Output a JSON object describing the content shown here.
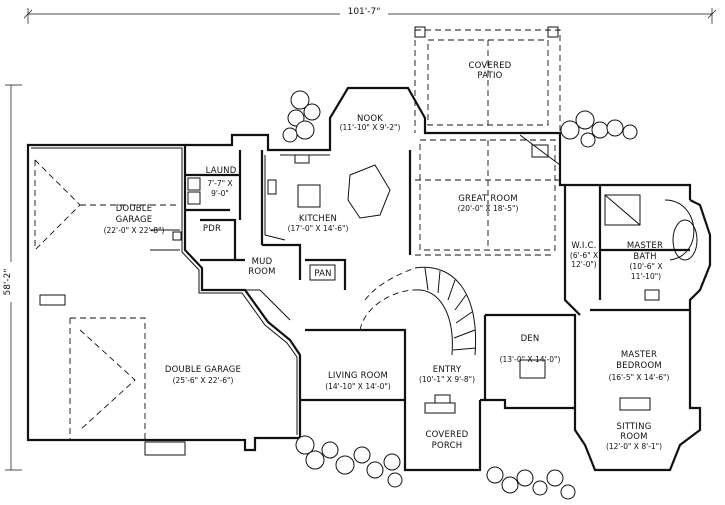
{
  "overall": {
    "width": "101'-7\"",
    "depth": "58'-2\""
  },
  "rooms": {
    "covered_patio": {
      "name": "COVERED\nPATIO",
      "size": ""
    },
    "nook": {
      "name": "NOOK",
      "size": "(11'-10\" X 9'-2\")"
    },
    "laundry": {
      "name": "LAUND",
      "size": "7'-7\" X\n9'-0\""
    },
    "double_garage_upper": {
      "name": "DOUBLE\nGARAGE",
      "size": "(22'-0\" X 22'-8\")"
    },
    "pdr": {
      "name": "PDR",
      "size": ""
    },
    "kitchen": {
      "name": "KITCHEN",
      "size": "(17'-0\" X 14'-6\")"
    },
    "mud_room": {
      "name": "MUD\nROOM",
      "size": ""
    },
    "pantry": {
      "name": "PAN",
      "size": ""
    },
    "great_room": {
      "name": "GREAT ROOM",
      "size": "(20'-0\" X 18'-5\")"
    },
    "wic": {
      "name": "W.I.C.",
      "size": "(6'-6\" X\n12'-0\")"
    },
    "master_bath": {
      "name": "MASTER\nBATH",
      "size": "(10'-6\" X\n11'-10\")"
    },
    "den": {
      "name": "DEN",
      "size": "(13'-0\" X 14'-0\")"
    },
    "double_garage_lower": {
      "name": "DOUBLE GARAGE",
      "size": "(25'-6\" X 22'-6\")"
    },
    "living_room": {
      "name": "LIVING ROOM",
      "size": "(14'-10\" X 14'-0\")"
    },
    "entry": {
      "name": "ENTRY",
      "size": "(10'-1\" X 9'-8\")"
    },
    "master_bedroom": {
      "name": "MASTER\nBEDROOM",
      "size": "(16'-5\" X 14'-6\")"
    },
    "covered_porch": {
      "name": "COVERED\nPORCH",
      "size": ""
    },
    "sitting_room": {
      "name": "SITTING\nROOM",
      "size": "(12'-0\" X 8'-1\")"
    }
  }
}
